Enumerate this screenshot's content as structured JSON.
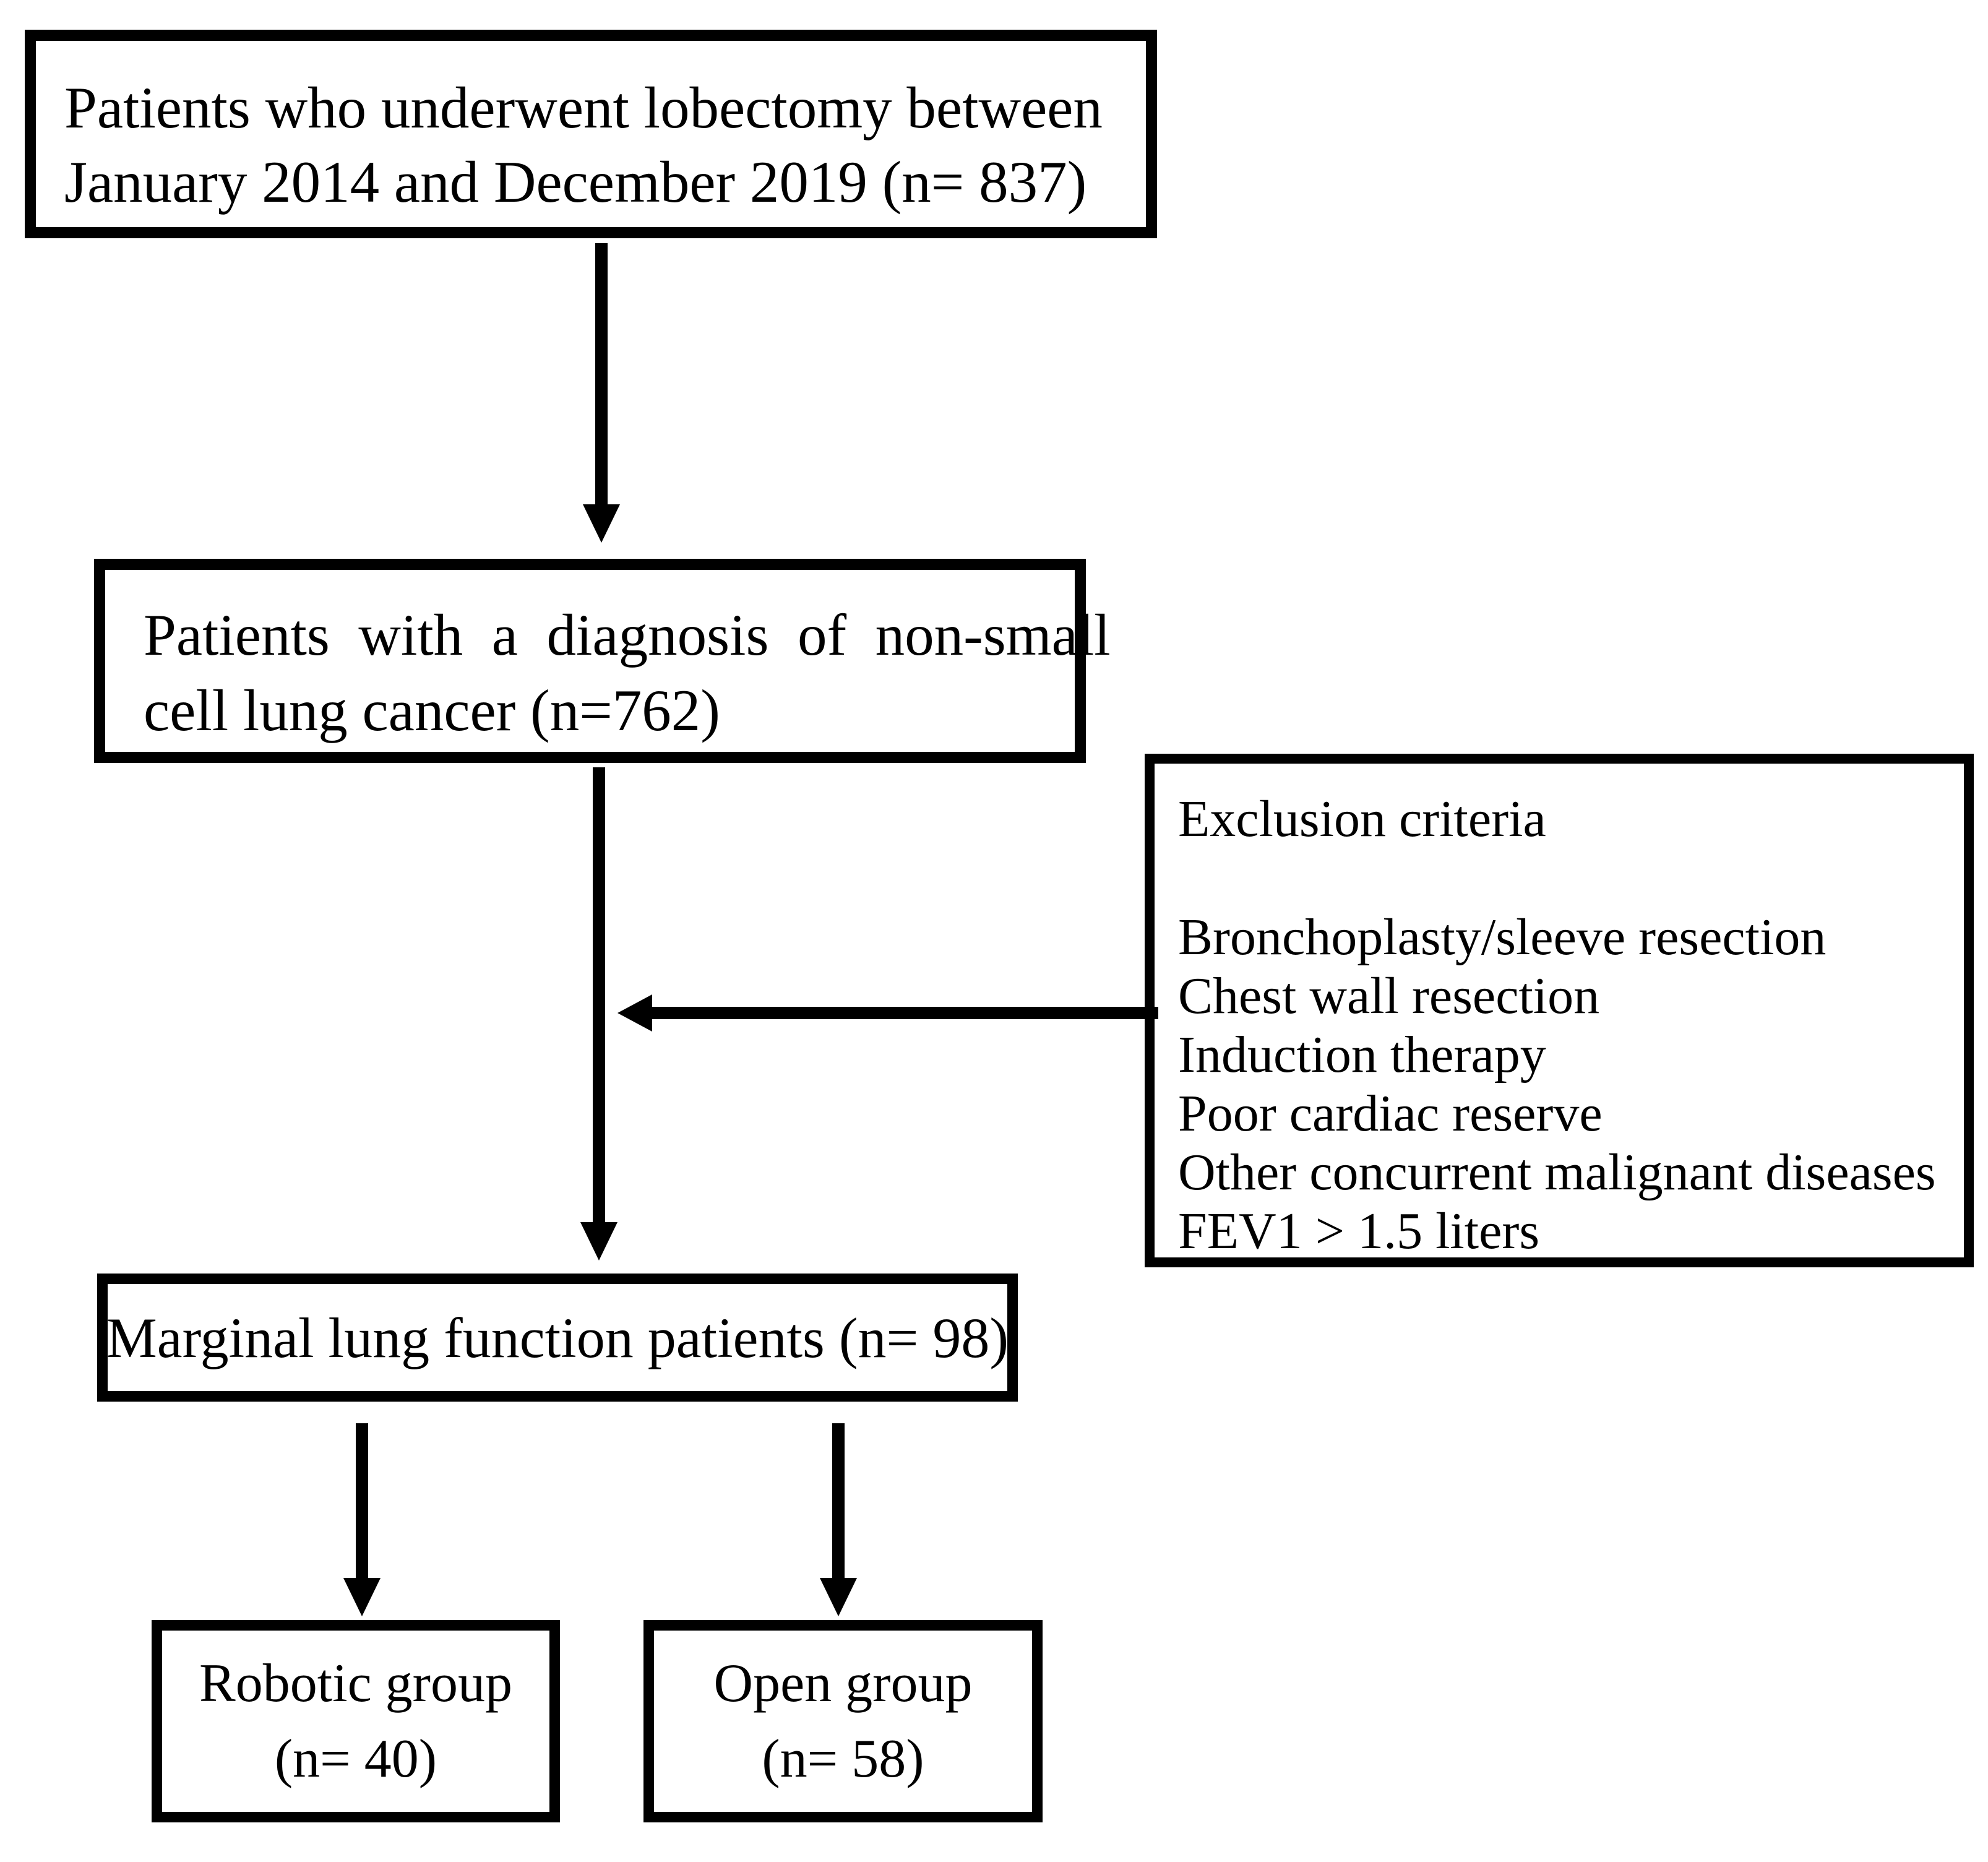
{
  "palette": {
    "ink": "#000000",
    "background": "#ffffff"
  },
  "flowchart": {
    "lobectomy": {
      "line1": "Patients who underwent lobectomy between",
      "line2": "January 2014 and December 2019 (n= 837)"
    },
    "nsclc": {
      "line1": "Patients with a diagnosis of non-small",
      "line2": "cell lung cancer (n=762)"
    },
    "exclusion": {
      "title": "Exclusion criteria",
      "item1": "Bronchoplasty/sleeve resection",
      "item2": "Chest wall resection",
      "item3": "Induction therapy",
      "item4": "Poor cardiac reserve",
      "item5": "Other concurrent malignant diseases",
      "item6": "FEV1 > 1.5 liters"
    },
    "marginal": {
      "line1": "Marginal lung function patients (n= 98)"
    },
    "robotic": {
      "line1": "Robotic group",
      "line2": "(n= 40)"
    },
    "open": {
      "line1": "Open group",
      "line2": "(n= 58)"
    }
  }
}
